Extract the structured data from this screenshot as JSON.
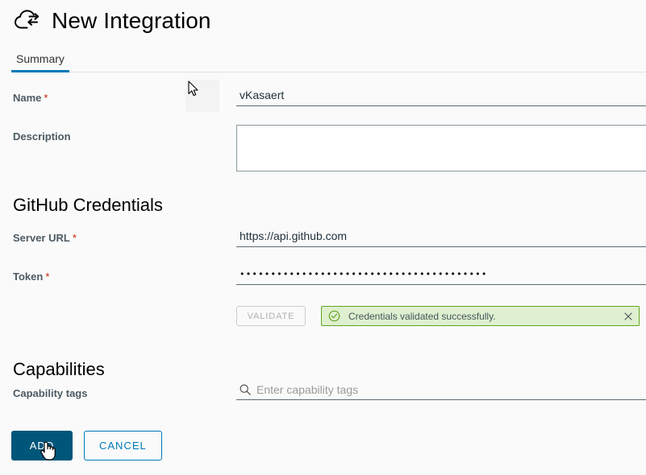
{
  "header": {
    "title": "New Integration",
    "icon": "cloud-sync-icon"
  },
  "tabs": [
    {
      "label": "Summary",
      "active": true
    }
  ],
  "form": {
    "name": {
      "label": "Name",
      "required_marker": "*",
      "value": "vKasaert",
      "placeholder": ""
    },
    "description": {
      "label": "Description",
      "value": "",
      "placeholder": ""
    }
  },
  "credentials": {
    "section_title": "GitHub Credentials",
    "server_url": {
      "label": "Server URL",
      "required_marker": "*",
      "value": "https://api.github.com",
      "placeholder": ""
    },
    "token": {
      "label": "Token",
      "required_marker": "*",
      "value": "••••••••••••••••••••••••••••••••••••••••",
      "placeholder": ""
    },
    "validate_label": "VALIDATE",
    "alert": {
      "message": "Credentials validated successfully.",
      "icon": "success-check-icon",
      "close_icon": "close-icon",
      "background": "#dff0d0",
      "border": "#62a420",
      "icon_color": "#62a420"
    }
  },
  "capabilities": {
    "section_title": "Capabilities",
    "tags": {
      "label": "Capability tags",
      "value": "",
      "placeholder": "Enter capability tags",
      "icon": "search-icon"
    }
  },
  "footer": {
    "add_label": "ADD",
    "cancel_label": "CANCEL"
  },
  "colors": {
    "primary": "#00567a",
    "link": "#0079b8",
    "required": "#c92100",
    "page_background": "#fafafa",
    "input_underline": "#5b6a72"
  }
}
